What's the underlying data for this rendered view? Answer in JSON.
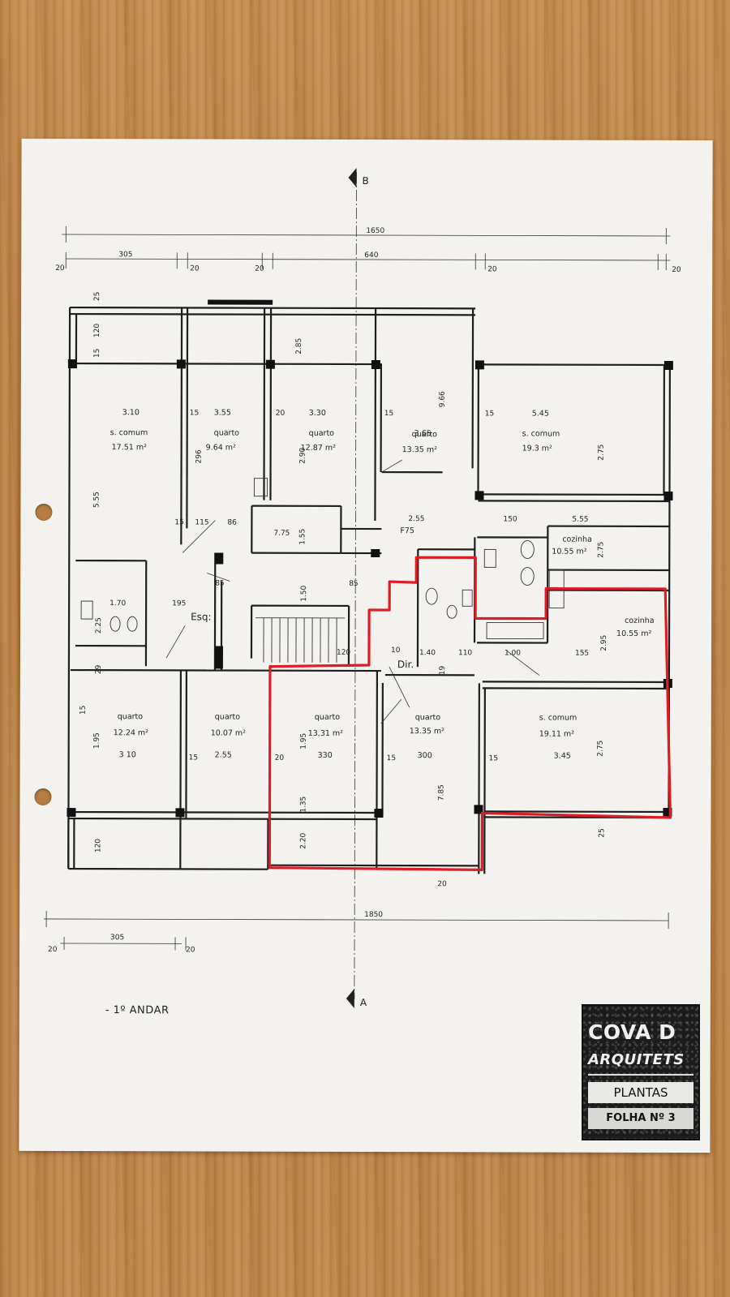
{
  "sheet": {
    "floor_label": "- 1º  ANDAR",
    "section_markers": {
      "top": "B",
      "bottom": "A"
    },
    "stamp": {
      "line1": "COVA D",
      "line2": "ARQUITETS",
      "line3": "PLANTAS",
      "line4": "FOLHA Nº 3"
    }
  },
  "rooms": [
    {
      "name": "s. comum",
      "area": "17.51 m²",
      "width": "3.10"
    },
    {
      "name": "quarto",
      "area": "9.64 m²",
      "width": "3.55"
    },
    {
      "name": "quarto",
      "area": "12.87 m²",
      "width": "3.30"
    },
    {
      "name": "quarto",
      "area": "13.35 m²",
      "width": "3.65"
    },
    {
      "name": "s. comum",
      "area": "19.3 m²",
      "width": "5.45"
    },
    {
      "name": "cozinha",
      "area": "10.55 m²"
    },
    {
      "name": "cozinha",
      "area": "10.55 m²"
    },
    {
      "name": "quarto",
      "area": "12.24 m²",
      "width": "3 10"
    },
    {
      "name": "quarto",
      "area": "10.07 m²",
      "width": "2.55"
    },
    {
      "name": "quarto",
      "area": "13.31 m²",
      "width": "330"
    },
    {
      "name": "quarto",
      "area": "13.35 m²",
      "width": "300"
    },
    {
      "name": "s. comum",
      "area": "19.11 m²",
      "width": "3.45"
    }
  ],
  "labels": {
    "esq": "Esq:",
    "dir": "Dir.",
    "f75": "F75"
  },
  "dimensions": {
    "top_total": "1650",
    "top_left": "305",
    "top_mid": "640",
    "bottom_total": "1850",
    "bottom_left": "305",
    "d20": "20",
    "d15": "15",
    "d120": "120",
    "d25": "25",
    "d285": "2.85",
    "d555": "5.55",
    "d296": "296",
    "d290": "2.90",
    "d966": "9.66",
    "d275": "2.75",
    "d115": "115",
    "d86": "86",
    "d775": "7.75",
    "d155": "1.55",
    "d255": "2.55",
    "d150": "150",
    "d555b": "5.55",
    "d85": "85",
    "d170": "1.70",
    "d195": "195",
    "d225": "2.25",
    "d29": "29",
    "d150b": "1.50",
    "d110": "110",
    "d140": "1.40",
    "d100": "1.00",
    "d155b": "155",
    "d295": "2.95",
    "d19": "19",
    "d195b": "1.95",
    "d785": "7.85",
    "d220": "2.20",
    "d135": "1.35",
    "d10": "10"
  }
}
